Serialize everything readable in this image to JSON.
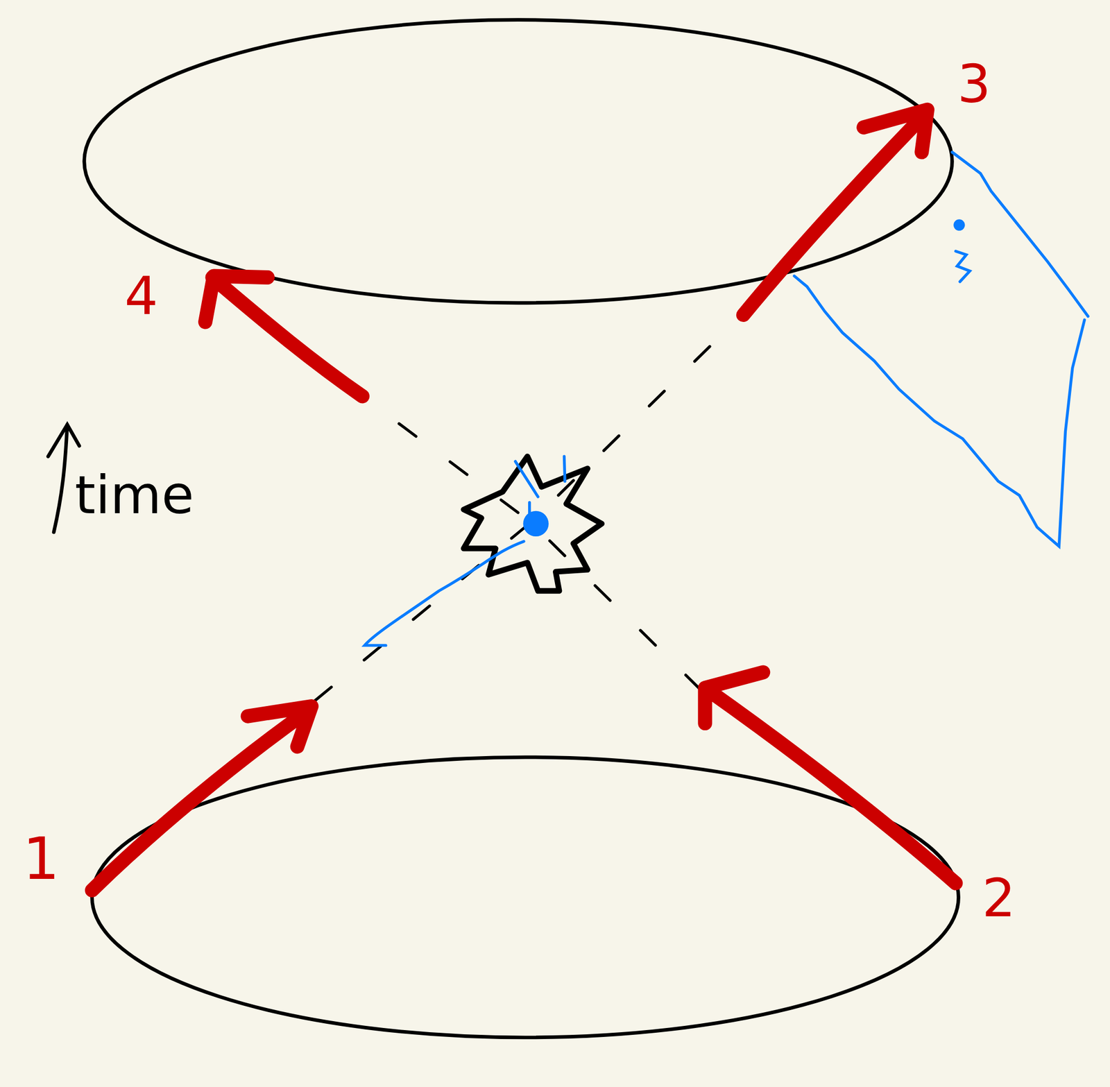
{
  "diagram": {
    "labels": [
      "time",
      "1",
      "2",
      "3",
      "4"
    ]
  }
}
